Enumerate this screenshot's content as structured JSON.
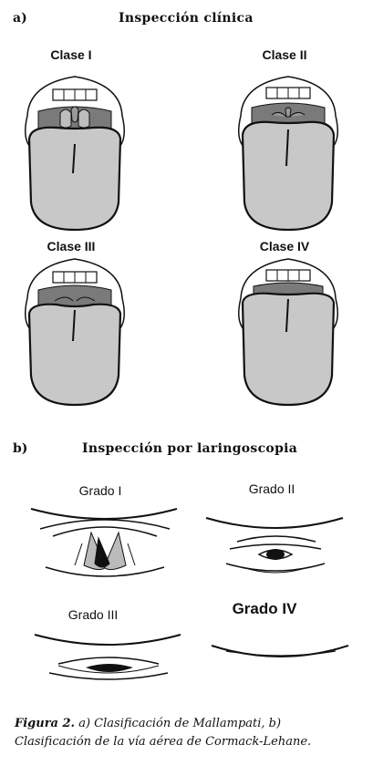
{
  "section_a": {
    "letter": "a)",
    "title": "Inspección clínica"
  },
  "mallampati": [
    {
      "label": "Clase I"
    },
    {
      "label": "Clase II"
    },
    {
      "label": "Clase III"
    },
    {
      "label": "Clase IV"
    }
  ],
  "section_b": {
    "letter": "b)",
    "title": "Inspección por laringoscopia"
  },
  "cormack": [
    {
      "label": "Grado I"
    },
    {
      "label": "Grado II"
    },
    {
      "label": "Grado III"
    },
    {
      "label": "Grado IV"
    }
  ],
  "caption": {
    "label": "Figura 2.",
    "text": " a) Clasificación de Mallampati, b) Clasificación de la vía aérea de Cormack-Lehane."
  },
  "colors": {
    "tongue": "#c8c8c8",
    "palate": "#7a7a7a",
    "line": "#111111"
  }
}
